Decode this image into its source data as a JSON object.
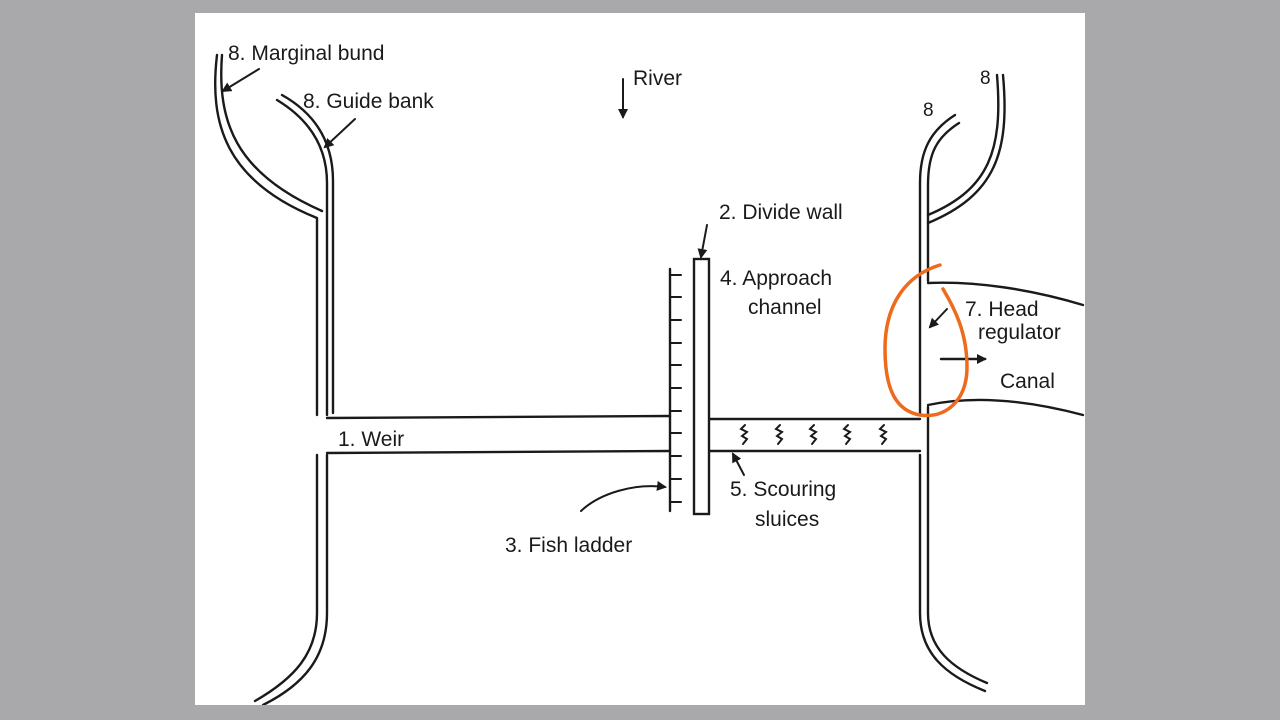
{
  "labels": {
    "marginal_bund": "8. Marginal bund",
    "guide_bank": "8. Guide bank",
    "river": "River",
    "right_bank_8a": "8",
    "right_bank_8b": "8",
    "divide_wall": "2. Divide wall",
    "approach_channel_1": "4. Approach",
    "approach_channel_2": "channel",
    "head_regulator_1": "7. Head",
    "head_regulator_2": "regulator",
    "canal": "Canal",
    "weir": "1. Weir",
    "scouring_sluices_1": "5. Scouring",
    "scouring_sluices_2": "sluices",
    "fish_ladder": "3. Fish ladder"
  },
  "colors": {
    "background": "#a9a9ab",
    "sheet": "#ffffff",
    "ink": "#1a1a1a",
    "highlight": "#ee6a1c"
  }
}
